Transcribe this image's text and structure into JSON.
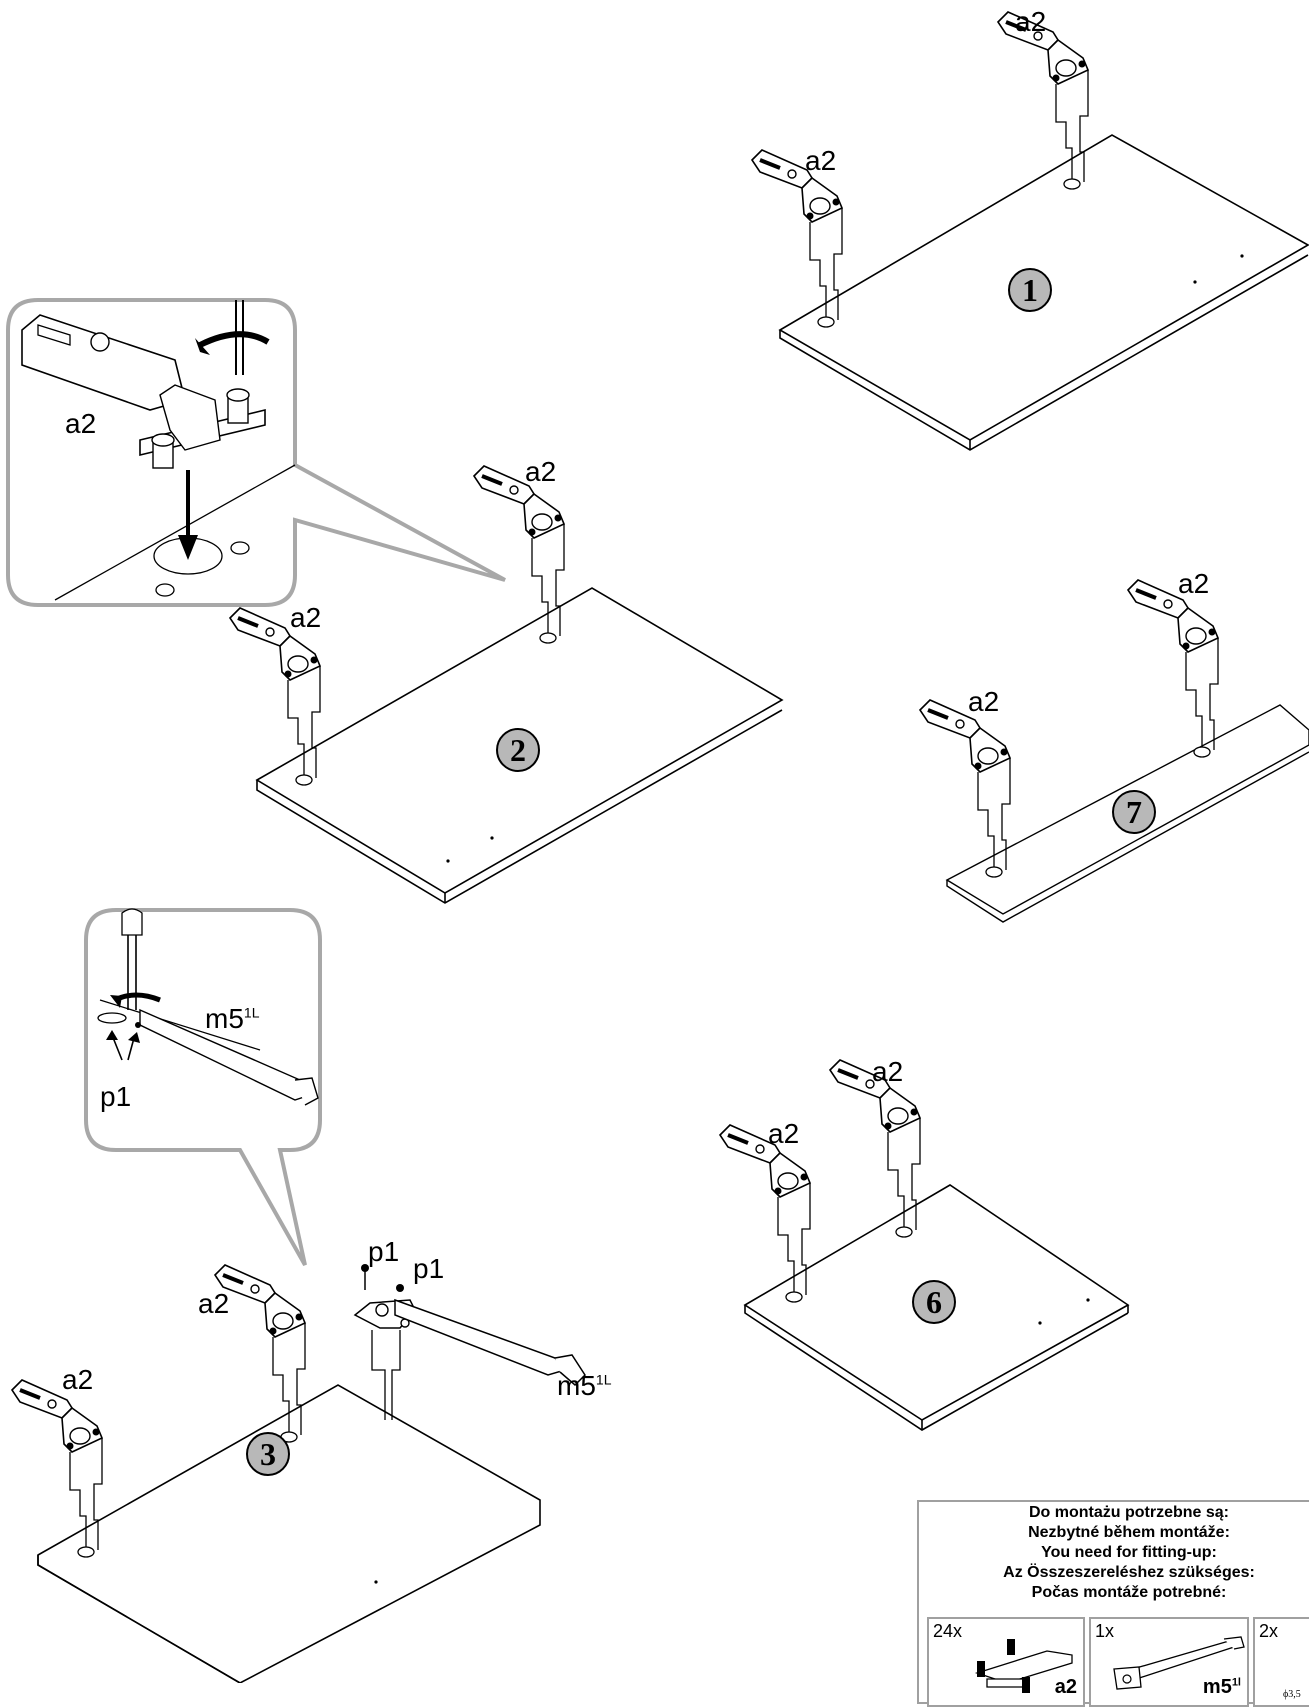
{
  "labels": {
    "a2": "a2",
    "m5": "m5",
    "m5_sup": "1L",
    "p1": "p1"
  },
  "steps": [
    "1",
    "2",
    "3",
    "6",
    "7"
  ],
  "parts_box": {
    "header": [
      "Do montażu potrzebne są:",
      "Nezbytné během montáže:",
      "You need for fitting-up:",
      "Az Összeszereléshez szükséges:",
      "Počas montáže potrebné:"
    ],
    "items": [
      {
        "qty": "24x",
        "code": "a2",
        "code_sup": ""
      },
      {
        "qty": "1x",
        "code": "m5",
        "code_sup": "1l"
      },
      {
        "qty": "2x",
        "code": "",
        "code_sup": "",
        "size": "ϕ3,5"
      }
    ]
  }
}
